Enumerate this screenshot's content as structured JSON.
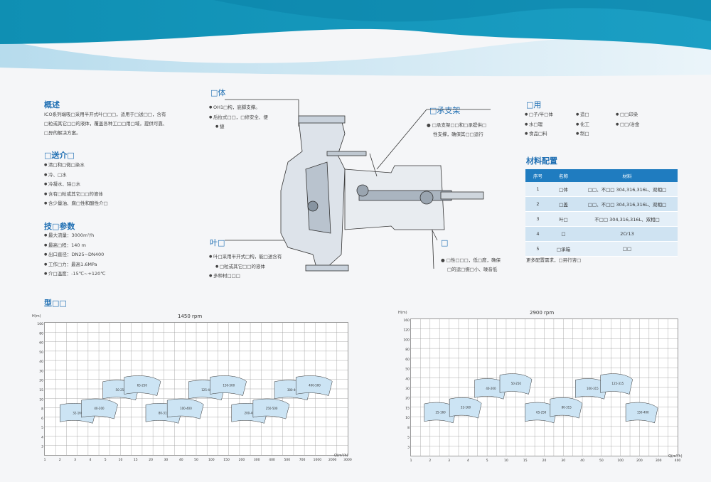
{
  "overview": {
    "title": "概述",
    "lines": [
      "ICO系列端吸□采用半开式叶□□□，适用于□送□□，含有",
      "□粒或其它□□的液体，覆盖各种工□□用□域，提供可靠、",
      "□异的解决方案。"
    ]
  },
  "media": {
    "title": "□送介□",
    "items": [
      "清□和□微□染水",
      "冷、□水",
      "冷凝水、除□水",
      "含有□粒或其它□□的液体",
      "含少量油、腐□性和酸性介□"
    ]
  },
  "tech": {
    "title": "技□参数",
    "items": [
      "最大流量：3000m³/h",
      "最高□程：140 m",
      "出口直径：DN25~DN400",
      "工作□力：最高1.6MPa",
      "介□温度：-15℃~+120℃"
    ]
  },
  "body": {
    "title": "□体",
    "items": [
      "OH1□构，底脚支撑。",
      "后拉式□□，□修安全、便",
      "捷"
    ]
  },
  "bearing": {
    "title": "□承支架",
    "items": [
      "□承支架□□和□承提供□",
      "性支撑，确保其□□运行"
    ]
  },
  "impeller": {
    "title": "叶□",
    "items": [
      "叶□采用半开式□构，能□送含有",
      "□粒或其它□□的液体",
      "多种材□□□"
    ]
  },
  "shaft": {
    "title": "□",
    "items": [
      "□性□□□，低□度，确保",
      "□的运□振□小、噪音低"
    ]
  },
  "usage": {
    "title": "□用",
    "col1": [
      "□子/半□体",
      "水□理",
      "食品□料"
    ],
    "col2": [
      "造□",
      "化工",
      "制□"
    ],
    "col3": [
      "□□印染",
      "□□/冶金"
    ]
  },
  "materials": {
    "title": "材料配置",
    "headers": [
      "序号",
      "名称",
      "材料"
    ],
    "rows": [
      [
        "1",
        "□体",
        "□□、不□□ 304,316,316L、双相□"
      ],
      [
        "2",
        "□盖",
        "□□、不□□ 304,316,316L、双相□"
      ],
      [
        "3",
        "叶□",
        "不□□ 304,316,316L、双相□"
      ],
      [
        "4",
        "□",
        "2Cr13"
      ],
      [
        "5",
        "□承箱",
        "□□"
      ]
    ],
    "note": "更多配置需求，□另行咨□"
  },
  "curves": {
    "title": "型□□",
    "left": {
      "rpm": "1450 rpm",
      "yunit": "H(m)",
      "xunit": "Q(m³/h)",
      "yticks": [
        "100",
        "80",
        "60",
        "50",
        "40",
        "30",
        "20",
        "15",
        "10",
        "8",
        "6",
        "5",
        "4",
        "3"
      ],
      "xticks": [
        "1",
        "2",
        "3",
        "4",
        "5",
        "10",
        "15",
        "20",
        "30",
        "40",
        "50",
        "100",
        "150",
        "200",
        "300",
        "400",
        "500",
        "700",
        "1000",
        "2000",
        "3000"
      ],
      "series": [
        "32-160",
        "40-200",
        "50-250",
        "65-250",
        "80-315",
        "100-400",
        "125-400",
        "150-500",
        "200-400",
        "250-500",
        "300-400",
        "400-500"
      ]
    },
    "right": {
      "rpm": "2900 rpm",
      "yunit": "H(m)",
      "xunit": "Q(m³/h)",
      "yticks": [
        "160",
        "120",
        "100",
        "80",
        "60",
        "50",
        "40",
        "30",
        "20",
        "15",
        "10",
        "8",
        "5",
        "3"
      ],
      "xticks": [
        "1",
        "2",
        "3",
        "4",
        "5",
        "10",
        "15",
        "20",
        "30",
        "40",
        "50",
        "100",
        "200",
        "300",
        "400"
      ],
      "series": [
        "25-160",
        "32-160",
        "40-200",
        "50-250",
        "65-250",
        "80-315",
        "100-315",
        "125-315",
        "150-400"
      ]
    }
  },
  "colors": {
    "brand": "#1f6fb3",
    "curve_fill": "#cce4f4",
    "teal": "#2aa5c9"
  }
}
